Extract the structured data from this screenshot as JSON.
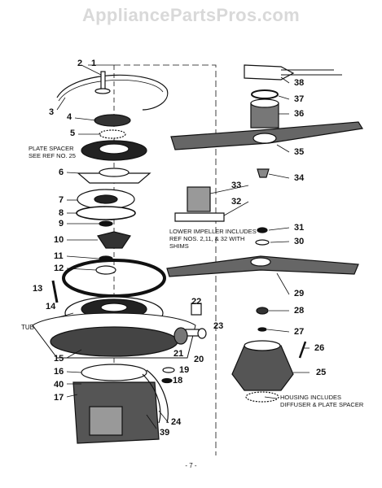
{
  "watermark": "AppliancePartsPros.com",
  "page_number": "- 7 -",
  "callouts": [
    "1",
    "2",
    "3",
    "4",
    "5",
    "6",
    "7",
    "8",
    "9",
    "10",
    "11",
    "12",
    "13",
    "14",
    "15",
    "16",
    "17",
    "18",
    "19",
    "20",
    "21",
    "22",
    "23",
    "24",
    "25",
    "26",
    "27",
    "28",
    "29",
    "30",
    "31",
    "32",
    "33",
    "34",
    "35",
    "36",
    "37",
    "38",
    "39",
    "40"
  ],
  "notes": {
    "plate_spacer_line1": "PLATE SPACER",
    "plate_spacer_line2": "SEE REF NO. 25",
    "impeller_line1": "LOWER IMPELLER INCLUDES",
    "impeller_line2": "REF NOS. 2,11, & 32 WITH",
    "impeller_line3": "SHIMS",
    "tub": "TUB",
    "housing_line1": "HOUSING INCLUDES",
    "housing_line2": "DIFFUSER & PLATE SPACER"
  }
}
